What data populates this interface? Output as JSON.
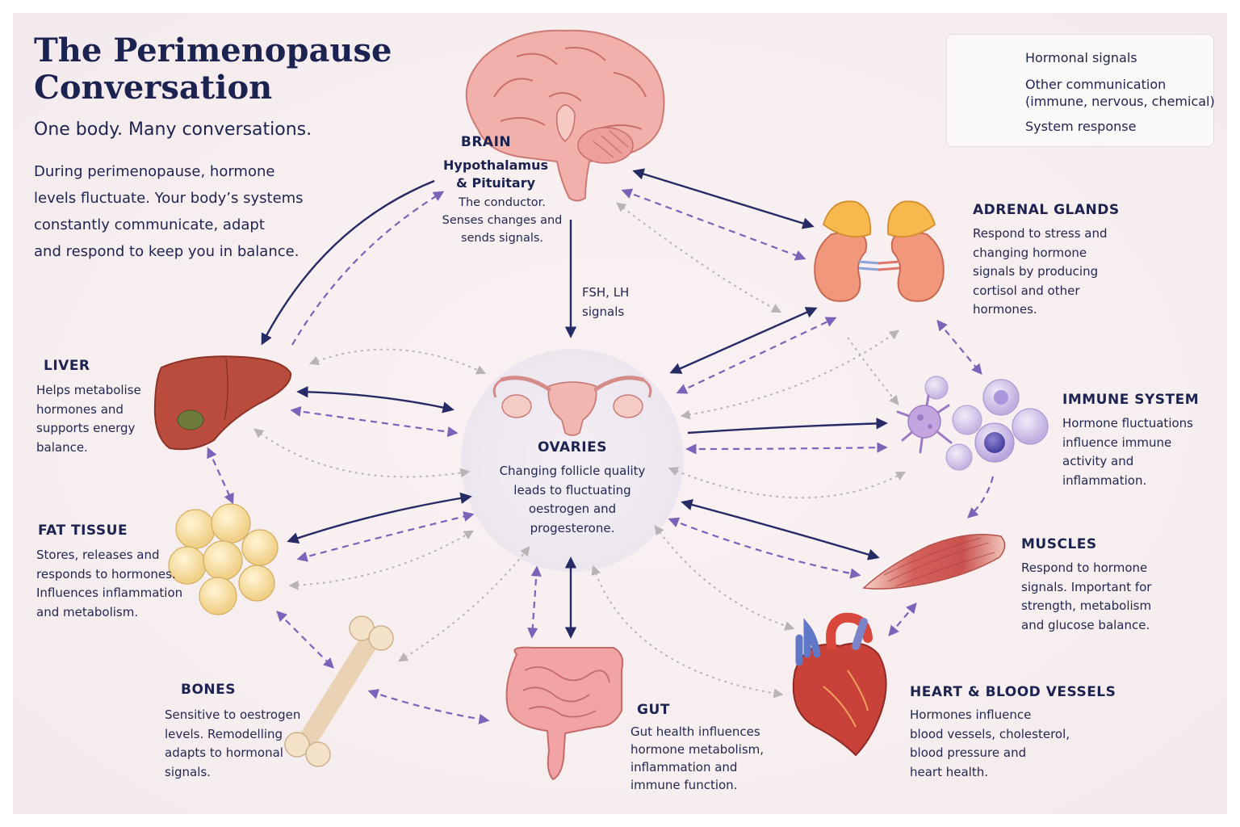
{
  "title_line1": "The Perimenopause",
  "title_line2": "Conversation",
  "subtitle": "One body. Many conversations.",
  "intro_lines": [
    "During perimenopause, hormone",
    "levels fluctuate. Your body’s systems",
    "constantly communicate, adapt",
    "and respond to keep you in balance."
  ],
  "legend": {
    "hormonal": "Hormonal signals",
    "other_line1": "Other communication",
    "other_line2": "(immune, nervous, chemical)",
    "response": "System response"
  },
  "colors": {
    "hormonal": "#262b66",
    "other": "#7a63b8",
    "response": "#b9b3b5",
    "text": "#1e2450"
  },
  "organs": {
    "brain": {
      "heading": "BRAIN",
      "sub_line1": "Hypothalamus",
      "sub_line2": "& Pituitary",
      "desc_lines": [
        "The conductor.",
        "Senses changes and",
        "sends signals."
      ]
    },
    "fsh_line1": "FSH, LH",
    "fsh_line2": "signals",
    "ovaries": {
      "heading": "OVARIES",
      "desc_lines": [
        "Changing follicle quality",
        "leads to fluctuating",
        "oestrogen and",
        "progesterone."
      ]
    },
    "adrenal": {
      "heading": "ADRENAL GLANDS",
      "desc_lines": [
        "Respond to stress and",
        "changing hormone",
        "signals by producing",
        "cortisol and other",
        "hormones."
      ]
    },
    "immune": {
      "heading": "IMMUNE SYSTEM",
      "desc_lines": [
        "Hormone fluctuations",
        "influence immune",
        "activity and",
        "inflammation."
      ]
    },
    "muscles": {
      "heading": "MUSCLES",
      "desc_lines": [
        "Respond to hormone",
        "signals. Important for",
        "strength, metabolism",
        "and glucose balance."
      ]
    },
    "heart": {
      "heading": "HEART & BLOOD VESSELS",
      "desc_lines": [
        "Hormones influence",
        "blood vessels, cholesterol,",
        "blood pressure and",
        "heart health."
      ]
    },
    "gut": {
      "heading": "GUT",
      "desc_lines": [
        "Gut health influences",
        "hormone metabolism,",
        "inflammation and",
        "immune function."
      ]
    },
    "bones": {
      "heading": "BONES",
      "desc_lines": [
        "Sensitive to oestrogen",
        "levels. Remodelling",
        "adapts to hormonal",
        "signals."
      ]
    },
    "fat": {
      "heading": "FAT TISSUE",
      "desc_lines": [
        "Stores, releases and",
        "responds to hormones.",
        "Influences inflammation",
        "and metabolism."
      ]
    },
    "liver": {
      "heading": "LIVER",
      "desc_lines": [
        "Helps metabolise",
        "hormones and",
        "supports energy",
        "balance."
      ]
    }
  },
  "illustrations": {
    "brain": "brain-illustration",
    "ovaries": "uterus-ovaries-illustration",
    "adrenal": "kidneys-adrenal-illustration",
    "immune": "immune-cells-illustration",
    "muscles": "muscle-illustration",
    "heart": "heart-illustration",
    "gut": "intestines-illustration",
    "bones": "bone-illustration",
    "fat": "fat-cells-illustration",
    "liver": "liver-illustration"
  }
}
